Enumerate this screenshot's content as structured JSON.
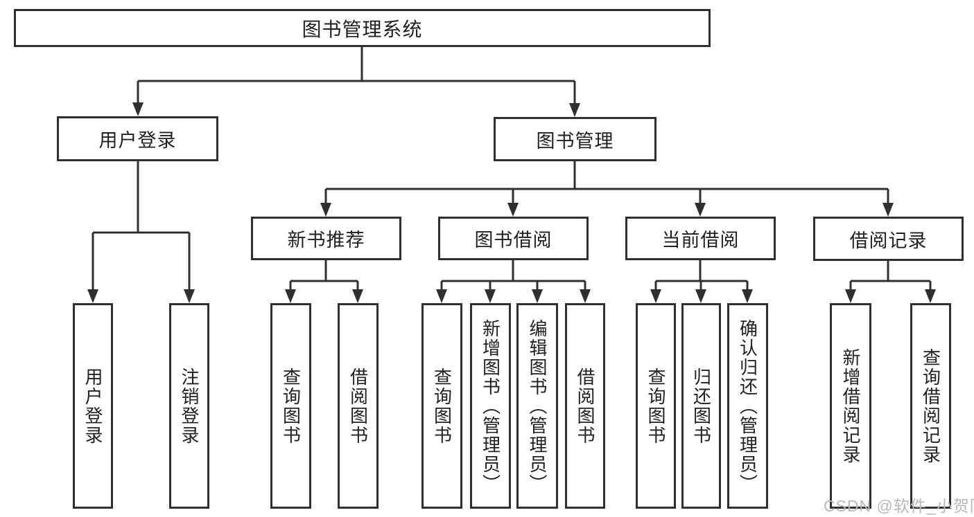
{
  "diagram": {
    "type": "functional-structure-tree",
    "colors": {
      "line": "#2f2f2f",
      "text": "#1f1f1f",
      "watermark": "#b8b8bc",
      "background": "#ffffff"
    },
    "nodes": {
      "root": {
        "label": "图书管理系统"
      },
      "user_login": {
        "label": "用户登录"
      },
      "book_mgmt": {
        "label": "图书管理"
      },
      "new_book_rec": {
        "label": "新书推荐"
      },
      "book_borrow": {
        "label": "图书借阅"
      },
      "current_borrow": {
        "label": "当前借阅"
      },
      "borrow_records": {
        "label": "借阅记录"
      },
      "user_login_leaf": {
        "label": "用户登录"
      },
      "logout_leaf": {
        "label": "注销登录"
      },
      "rec_query_books": {
        "label": "查询图书"
      },
      "rec_borrow_books": {
        "label": "借阅图书"
      },
      "bb_query_books": {
        "label": "查询图书"
      },
      "bb_add_books": {
        "label": "新增图书（管理员）"
      },
      "bb_edit_books": {
        "label": "编辑图书（管理员）"
      },
      "bb_borrow_books": {
        "label": "借阅图书"
      },
      "cb_query_books": {
        "label": "查询图书"
      },
      "cb_return_books": {
        "label": "归还图书"
      },
      "cb_confirm_return": {
        "label": "确认归还（管理员）"
      },
      "br_add_record": {
        "label": "新增借阅记录"
      },
      "br_query_record": {
        "label": "查询借阅记录"
      }
    },
    "hierarchy": {
      "图书管理系统": {
        "用户登录": [
          "用户登录",
          "注销登录"
        ],
        "图书管理": {
          "新书推荐": [
            "查询图书",
            "借阅图书"
          ],
          "图书借阅": [
            "查询图书",
            "新增图书（管理员）",
            "编辑图书（管理员）",
            "借阅图书"
          ],
          "当前借阅": [
            "查询图书",
            "归还图书",
            "确认归还（管理员）"
          ],
          "借阅记录": [
            "新增借阅记录",
            "查询借阅记录"
          ]
        }
      }
    },
    "watermark": "CSDN @软件_小贺同学"
  }
}
